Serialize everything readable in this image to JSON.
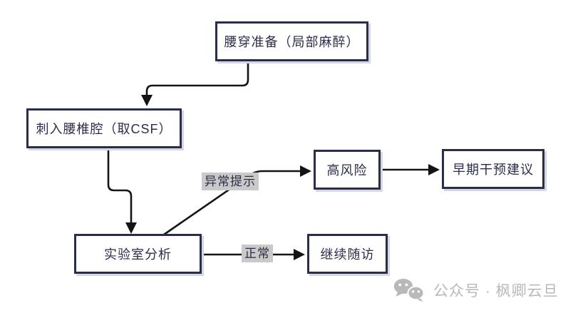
{
  "diagram": {
    "type": "flowchart",
    "topic": "lumbar-puncture-csf-workflow",
    "nodes": [
      {
        "id": "prep",
        "label": "腰穿准备（局部麻醉）"
      },
      {
        "id": "insert",
        "label": "刺入腰椎腔（取CSF）"
      },
      {
        "id": "lab",
        "label": "实验室分析"
      },
      {
        "id": "high_risk",
        "label": "高风险"
      },
      {
        "id": "intervention",
        "label": "早期干预建议"
      },
      {
        "id": "followup",
        "label": "继续随访"
      }
    ],
    "edges": [
      {
        "from": "prep",
        "to": "insert",
        "label": ""
      },
      {
        "from": "insert",
        "to": "lab",
        "label": ""
      },
      {
        "from": "lab",
        "to": "high_risk",
        "label": "异常提示"
      },
      {
        "from": "high_risk",
        "to": "intervention",
        "label": ""
      },
      {
        "from": "lab",
        "to": "followup",
        "label": "正常"
      }
    ],
    "edge_labels": {
      "abnormal": "异常提示",
      "normal": "正常"
    },
    "colors": {
      "box_border": "#2b2e48",
      "box_fill": "#ffffff",
      "box_text": "#2b2e48",
      "box_shadow": "#d4d6e2",
      "arrow": "#141414",
      "edge_label_bg": "#c9c9c9",
      "watermark": "#b9b9b9",
      "background": "#ffffff"
    }
  },
  "watermark": {
    "icon": "wechat-icon",
    "text": "公众号 · 枫卿云旦"
  }
}
